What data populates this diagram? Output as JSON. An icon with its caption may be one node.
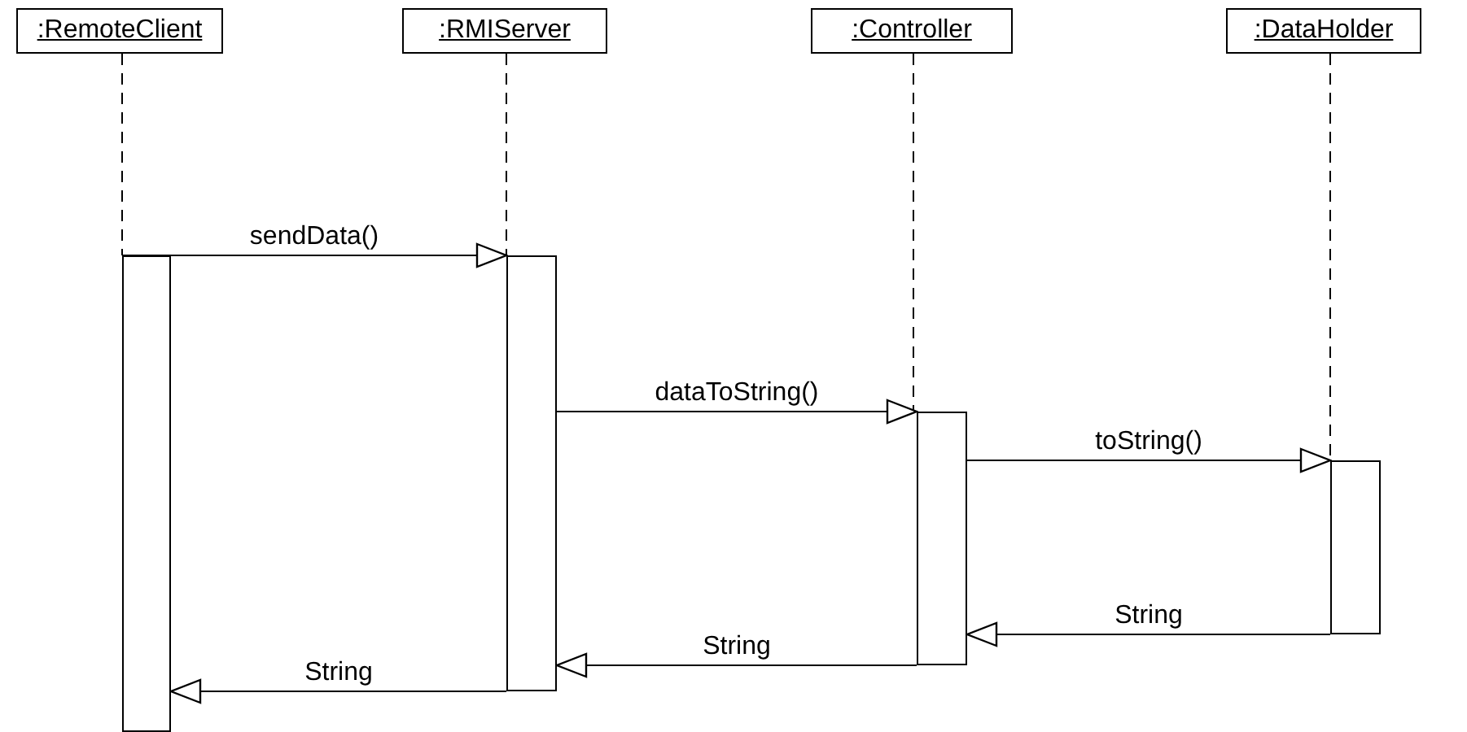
{
  "diagram": {
    "nodes": [
      {
        "text": [
          ":RemoteClient"
        ]
      },
      {
        "text": [
          ":RMIServer"
        ]
      },
      {
        "text": [
          ":Controller"
        ]
      },
      {
        "text": [
          ":DataHolder"
        ]
      },
      {
        "text": [],
        "shape": "bar"
      },
      {
        "text": [],
        "shape": "bar"
      },
      {
        "text": [],
        "shape": "bar"
      },
      {
        "text": [],
        "shape": "bar"
      }
    ],
    "edges": [
      {
        "from": 0,
        "to": 4,
        "arrow": "none",
        "style": "dashed"
      },
      {
        "from": 1,
        "to": 5,
        "arrow": "none",
        "style": "dashed"
      },
      {
        "from": 2,
        "to": 6,
        "arrow": "none",
        "style": "dashed"
      },
      {
        "from": 3,
        "to": 7,
        "arrow": "none",
        "style": "dashed"
      },
      {
        "from": 4,
        "to": 5,
        "arrow": "to",
        "label": "sendData()"
      },
      {
        "from": 5,
        "to": 6,
        "arrow": "to",
        "label": "dataToString()"
      },
      {
        "from": 6,
        "to": 7,
        "arrow": "to",
        "label": "toString()"
      },
      {
        "from": 7,
        "to": 6,
        "arrow": "to",
        "label": "String"
      },
      {
        "from": 6,
        "to": 5,
        "arrow": "to",
        "label": "String"
      },
      {
        "from": 5,
        "to": 4,
        "arrow": "to",
        "label": "String"
      }
    ]
  }
}
